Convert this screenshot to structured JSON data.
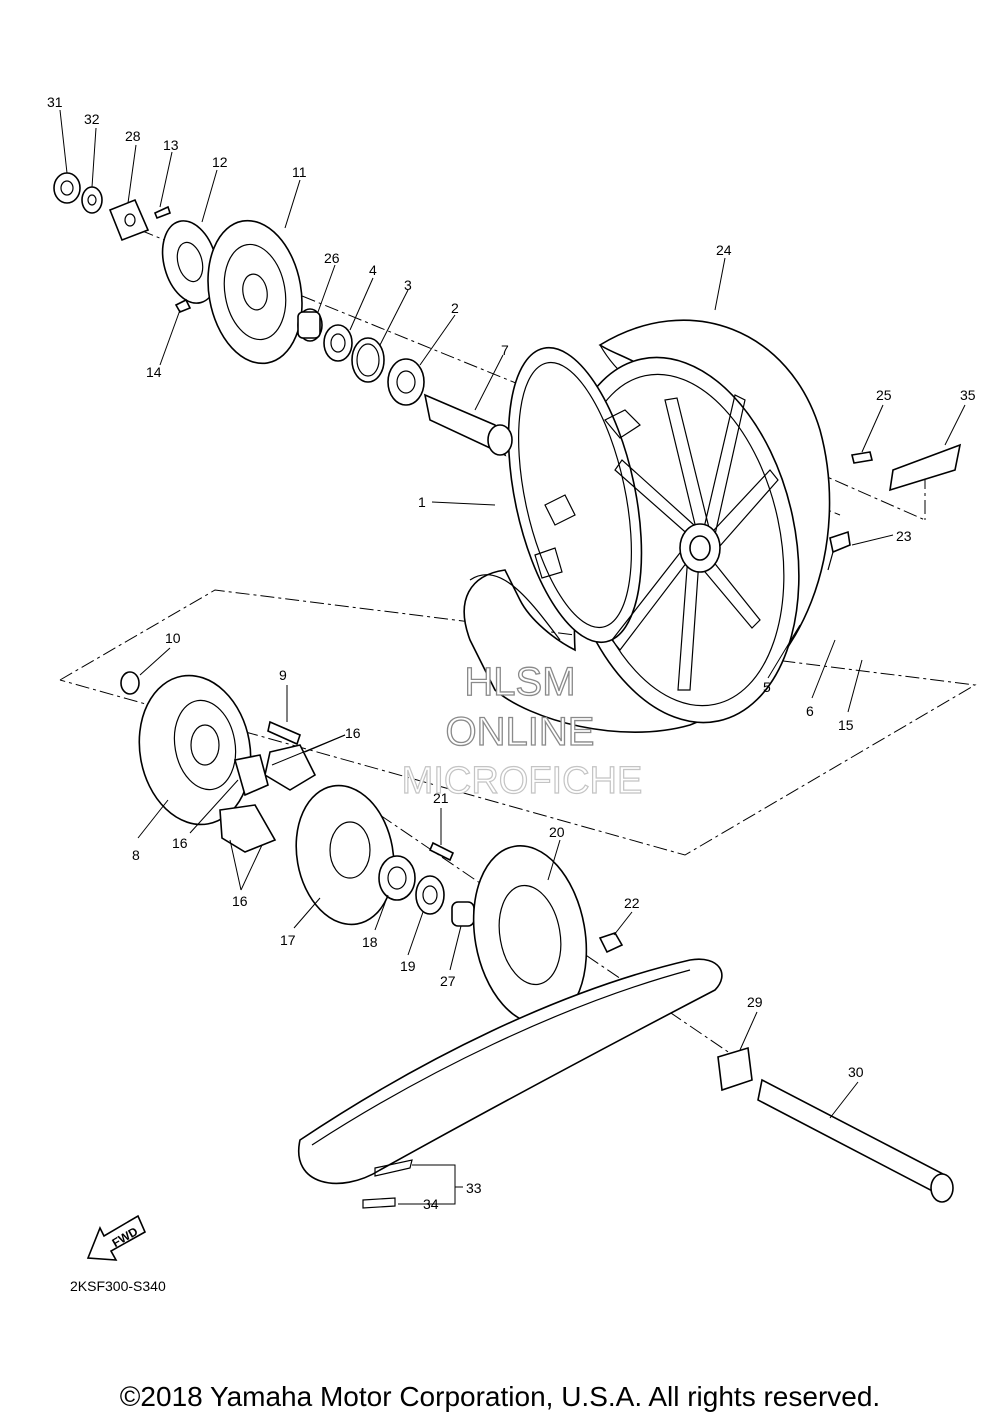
{
  "diagram": {
    "diagram_code": "2KSF300-S340",
    "fwd_label": "FWD",
    "watermark": [
      "HLSM",
      "ONLINE",
      "MICROFICHE"
    ],
    "copyright": "©2018 Yamaha Motor Corporation, U.S.A. All rights reserved.",
    "callouts": [
      {
        "label": "31"
      },
      {
        "label": "32"
      },
      {
        "label": "28"
      },
      {
        "label": "13"
      },
      {
        "label": "12"
      },
      {
        "label": "11"
      },
      {
        "label": "26"
      },
      {
        "label": "4"
      },
      {
        "label": "3"
      },
      {
        "label": "2"
      },
      {
        "label": "7"
      },
      {
        "label": "14"
      },
      {
        "label": "24"
      },
      {
        "label": "25"
      },
      {
        "label": "35"
      },
      {
        "label": "1"
      },
      {
        "label": "23"
      },
      {
        "label": "10"
      },
      {
        "label": "9"
      },
      {
        "label": "16"
      },
      {
        "label": "16"
      },
      {
        "label": "16"
      },
      {
        "label": "8"
      },
      {
        "label": "5"
      },
      {
        "label": "6"
      },
      {
        "label": "15"
      },
      {
        "label": "21"
      },
      {
        "label": "20"
      },
      {
        "label": "22"
      },
      {
        "label": "17"
      },
      {
        "label": "18"
      },
      {
        "label": "19"
      },
      {
        "label": "27"
      },
      {
        "label": "29"
      },
      {
        "label": "30"
      },
      {
        "label": "33"
      },
      {
        "label": "34"
      }
    ]
  }
}
